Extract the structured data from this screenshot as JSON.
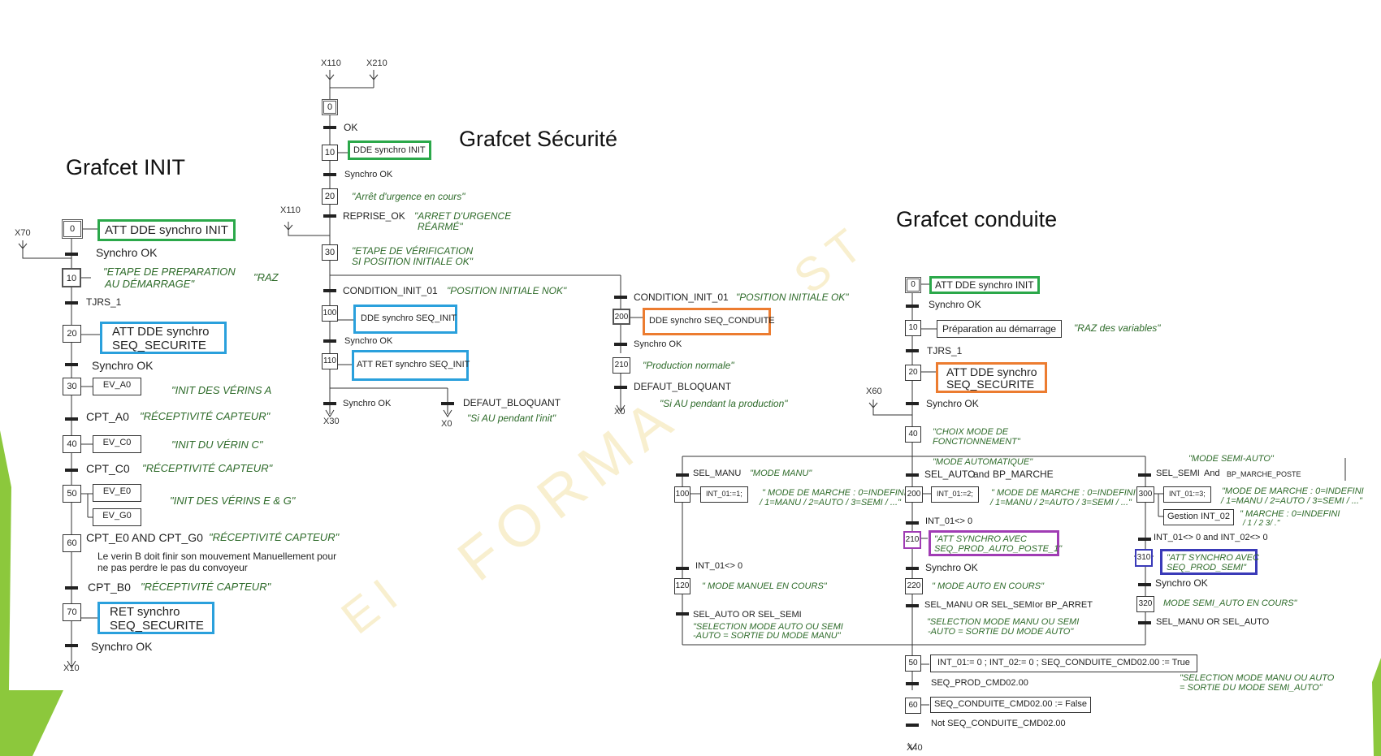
{
  "titles": {
    "init": "Grafcet INIT",
    "securite": "Grafcet Sécurité",
    "conduite": "Grafcet conduite"
  },
  "watermark": [
    "FORMA",
    "ST",
    "EI"
  ],
  "colors": {
    "green": "#2ba84a",
    "blue": "#2aa0dc",
    "orange": "#ec7c30",
    "purple": "#a03cb4",
    "darkblue": "#3a3ab8",
    "comment": "#2e6b2a",
    "side_decoration": "#8cc83c"
  },
  "init": {
    "ref_in": "X70",
    "ref_out": "X10",
    "steps": [
      {
        "num": "0",
        "action": "ATT DDE synchro INIT",
        "trans": "Synchro OK"
      },
      {
        "num": "10",
        "comment": "\"ETAPE DE PREPARATION",
        "comment2": "AU DÉMARRAGE\"",
        "comment3": "\"RAZ",
        "trans": "TJRS_1"
      },
      {
        "num": "20",
        "action": "ATT DDE synchro",
        "action2": "SEQ_SECURITE",
        "trans": "Synchro OK"
      },
      {
        "num": "30",
        "action": "EV_A0",
        "comment": "\"INIT DES VÉRINS A",
        "trans": "CPT_A0",
        "tcomment": "\"RÉCEPTIVITÉ CAPTEUR\""
      },
      {
        "num": "40",
        "action": "EV_C0",
        "comment": "\"INIT DU VÉRIN C\"",
        "trans": "CPT_C0",
        "tcomment": "\"RÉCEPTIVITÉ CAPTEUR\""
      },
      {
        "num": "50",
        "action": "EV_E0",
        "action2": "EV_G0",
        "comment": "\"INIT DES VÉRINS E & G\"",
        "trans": "CPT_E0 AND CPT_G0",
        "tcomment": "\"RÉCEPTIVITÉ CAPTEUR\""
      },
      {
        "num": "60",
        "note1": "Le verin B doit finir son mouvement Manuellement pour",
        "note2": "ne pas perdre le pas du convoyeur",
        "trans": "CPT_B0",
        "tcomment": "\"RÉCEPTIVITÉ CAPTEUR\""
      },
      {
        "num": "70",
        "action": "RET synchro",
        "action2": "SEQ_SECURITE",
        "trans": "Synchro OK"
      }
    ]
  },
  "securite": {
    "ref_in1": "X110",
    "ref_in2": "X210",
    "ref_reprise": "X110",
    "ref_x30": "X30",
    "ref_x0a": "X0",
    "ref_x0b": "X0",
    "s0": "0",
    "t0": "OK",
    "s10": "10",
    "a10": "DDE synchro INIT",
    "t10": "Synchro OK",
    "s20": "20",
    "c20": "\"Arrêt d'urgence en cours\"",
    "t20": "REPRISE_OK",
    "tc20a": "\"ARRET D'URGENCE",
    "tc20b": "RÉARMÉ\"",
    "s30": "30",
    "c30a": "\"ETAPE DE VÉRIFICATION",
    "c30b": "SI POSITION INITIALE OK\"",
    "t30a": "CONDITION_INIT_01",
    "tc30a": "\"POSITION INITIALE NOK\"",
    "t30b": "CONDITION_INIT_01",
    "tc30b": "\"POSITION INITIALE OK\"",
    "s100": "100",
    "a100": "DDE synchro SEQ_INIT",
    "t100": "Synchro OK",
    "s110": "110",
    "a110": "ATT RET synchro SEQ_INIT",
    "t110a": "Synchro OK",
    "t110b": "DEFAUT_BLOQUANT",
    "tc110b": "\"Si AU pendant l'init\"",
    "s200": "200",
    "a200": "DDE synchro SEQ_CONDUITE",
    "t200": "Synchro OK",
    "s210": "210",
    "c210": "\"Production normale\"",
    "t210": "DEFAUT_BLOQUANT",
    "tc210": "\"Si AU pendant la production\""
  },
  "conduite": {
    "ref_x60": "X60",
    "ref_x40": "X40",
    "s0": "0",
    "a0": "ATT DDE synchro INIT",
    "t0": "Synchro OK",
    "s10": "10",
    "a10": "Préparation au démarrage",
    "c10": "\"RAZ des variables\"",
    "t10": "TJRS_1",
    "s20": "20",
    "a20a": "ATT DDE synchro",
    "a20b": "SEQ_SECURITE",
    "t20": "Synchro OK",
    "s40": "40",
    "c40a": "\"CHOIX MODE DE",
    "c40b": "FONCTIONNEMENT\"",
    "manu": {
      "t_in": "SEL_MANU",
      "tc_in": "\"MODE MANU\"",
      "s100": "100",
      "a100": "INT_01:=1;",
      "c100a": "\" MODE DE MARCHE : 0=INDEFINI",
      "c100b": "/ 1=MANU / 2=AUTO / 3=SEMI / ...\"",
      "t100": "INT_01<> 0",
      "s120": "120",
      "c120": "\" MODE MANUEL  EN COURS\"",
      "t120": "SEL_AUTO OR SEL_SEMI",
      "tc120a": "\"SELECTION MODE AUTO OU SEMI",
      "tc120b": "-AUTO = SORTIE DU MODE MANU\""
    },
    "auto": {
      "hdr": "\"MODE AUTOMATIQUE\"",
      "t_in": "SEL_AUTO",
      "t_in_and": "and",
      "t_in2": "BP_MARCHE",
      "s200": "200",
      "a200": "INT_01:=2;",
      "c200a": "\" MODE DE MARCHE : 0=INDEFINI",
      "c200b": "/ 1=MANU / 2=AUTO / 3=SEMI / ...\"",
      "t200": "INT_01<> 0",
      "s210": "210",
      "a210a": "\"ATT SYNCHRO AVEC",
      "a210b": "SEQ_PROD_AUTO_POSTE_1\"",
      "t210": "Synchro OK",
      "s220": "220",
      "c220": "\" MODE AUTO EN COURS\"",
      "t220": "SEL_MANU OR SEL_SEMI",
      "t220b": "or BP_ARRET",
      "tc220a": "\"SELECTION MODE MANU OU SEMI",
      "tc220b": "-AUTO = SORTIE DU MODE AUTO\""
    },
    "semi": {
      "hdr": "\"MODE SEMI-AUTO\"",
      "t_in": "SEL_SEMI",
      "t_in_and": "And",
      "t_in2": "BP_MARCHE_POSTE",
      "s300": "300",
      "a300": "INT_01:=3;",
      "a300b": "Gestion INT_02",
      "c300a": "\"MODE DE MARCHE : 0=INDEFINI",
      "c300b": "/ 1=MANU / 2=AUTO / 3=SEMI / ...\"",
      "c300c": "\" MARCHE : 0=INDEFINI",
      "c300d": "/ 1 / 2 3/ .\"",
      "t300": "INT_01<> 0 and INT_02<> 0",
      "s310": "310",
      "a310a": "\"ATT SYNCHRO AVEC",
      "a310b": "SEQ_PROD_SEMI\"",
      "t310": "Synchro OK",
      "s320": "320",
      "c320": "MODE SEMI_AUTO  EN COURS\"",
      "t320": "SEL_MANU OR SEL_AUTO"
    },
    "s50": "50",
    "a50": "INT_01:= 0 ; INT_02:= 0 ; SEQ_CONDUITE_CMD02.00 := True",
    "c50a": "\"SELECTION MODE MANU OU AUTO",
    "c50b": "= SORTIE DU MODE SEMI_AUTO\"",
    "t50": "SEQ_PROD_CMD02.00",
    "s60": "60",
    "a60": "SEQ_CONDUITE_CMD02.00  := False",
    "t60": "Not  SEQ_CONDUITE_CMD02.00"
  }
}
